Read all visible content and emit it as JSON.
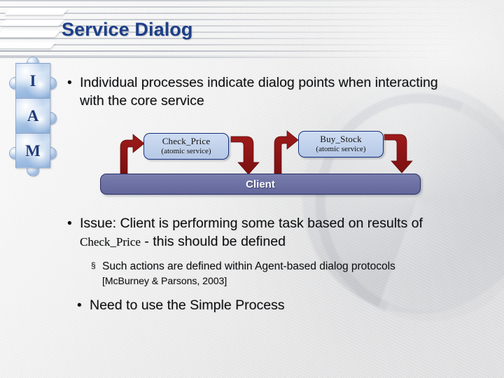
{
  "slide": {
    "title": "Service Dialog",
    "logo": {
      "name": "IAM puzzle logo",
      "letters": [
        "I",
        "A",
        "M"
      ]
    },
    "colors": {
      "title": "#1d3f88",
      "service_box_fill": "#c3d3ec",
      "service_box_border": "#16307a",
      "client_bar_fill": "#6e72a4",
      "client_bar_border": "#2a2f63",
      "arrow": "#8f1717",
      "body_text": "#0f0f0f",
      "background": "#eeeeee"
    },
    "bullets": [
      {
        "level": 1,
        "marker": "•",
        "text": "Individual processes indicate dialog points when interacting with the core service"
      },
      {
        "level": 1,
        "marker": "•",
        "text_before": "Issue: Client is performing some task based on results of ",
        "term": "Check_Price",
        "text_after": " - this should be defined"
      },
      {
        "level": 2,
        "marker": "§",
        "text": "Such actions are defined within Agent-based dialog protocols ",
        "citation": "[McBurney & Parsons, 2003]"
      },
      {
        "level": 1,
        "marker": "•",
        "text": "Need to use the Simple Process"
      }
    ],
    "diagram": {
      "nodes": [
        {
          "id": "check_price",
          "title": "Check_Price",
          "subtitle": "(atomic service)"
        },
        {
          "id": "buy_stock",
          "title": "Buy_Stock",
          "subtitle": "(atomic service)"
        }
      ],
      "client": {
        "label": "Client"
      },
      "arrows": [
        {
          "id": "arrow-up-to-check-price",
          "direction": "up-right",
          "from": "client",
          "to": "check_price"
        },
        {
          "id": "arrow-down-from-check-price",
          "direction": "right-down",
          "from": "check_price",
          "to": "client"
        },
        {
          "id": "arrow-up-to-buy-stock",
          "direction": "up-right",
          "from": "client",
          "to": "buy_stock"
        },
        {
          "id": "arrow-down-from-buy-stock",
          "direction": "right-down",
          "from": "buy_stock",
          "to": "client"
        }
      ]
    }
  }
}
